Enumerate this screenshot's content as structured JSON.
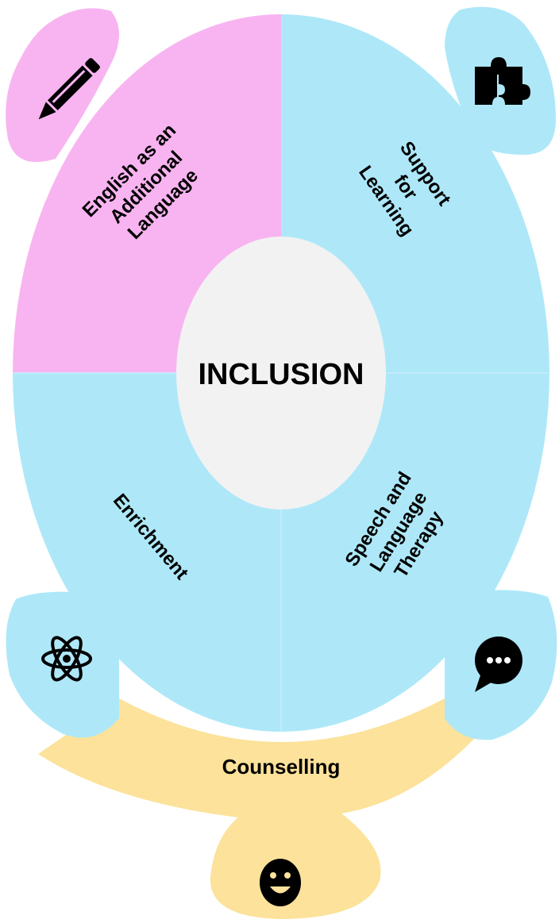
{
  "center": {
    "label": "INCLUSION"
  },
  "segments": [
    {
      "id": "eal",
      "label_lines": [
        "English as an",
        "Additional",
        "Language"
      ],
      "color": "#f8b4f0",
      "icon": "pencil-icon"
    },
    {
      "id": "support",
      "label_lines": [
        "Support",
        "for",
        "Learning"
      ],
      "color": "#aee8f8",
      "icon": "puzzle-icon"
    },
    {
      "id": "enrichment",
      "label_lines": [
        "Enrichment"
      ],
      "color": "#aee8f8",
      "icon": "atom-icon"
    },
    {
      "id": "speech",
      "label_lines": [
        "Speech and",
        "Language",
        "Therapy"
      ],
      "color": "#aee8f8",
      "icon": "speech-bubble-icon"
    },
    {
      "id": "counselling",
      "label_lines": [
        "Counselling"
      ],
      "color": "#fce29a",
      "icon": "smiley-icon"
    }
  ],
  "colors": {
    "center_fill": "#f2f2f2",
    "icon_ink": "#000000"
  }
}
